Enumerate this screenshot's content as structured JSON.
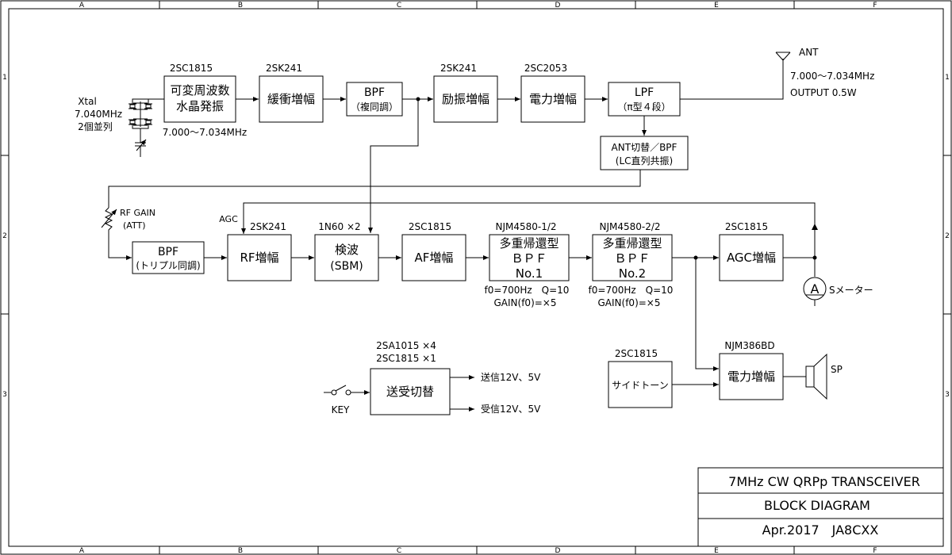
{
  "frame": {
    "col_markers": [
      "A",
      "B",
      "C",
      "D",
      "E",
      "F"
    ],
    "row_markers": [
      "1",
      "2",
      "3"
    ]
  },
  "blocks": {
    "vxo": {
      "part": "2SC1815",
      "line1": "可変周波数",
      "line2": "水晶発振",
      "freq": "7.000～7.034MHz"
    },
    "xtal": {
      "line1": "Xtal",
      "line2": "7.040MHz",
      "line3": "2個並列"
    },
    "buffer": {
      "part": "2SK241",
      "label": "緩衝増幅"
    },
    "bpf1": {
      "line1": "BPF",
      "line2": "（複同調）"
    },
    "driver": {
      "part": "2SK241",
      "label": "励振増幅"
    },
    "pa": {
      "part": "2SC2053",
      "label": "電力増幅"
    },
    "lpf": {
      "line1": "LPF",
      "line2": "（π型４段）"
    },
    "ant": {
      "label": "ANT",
      "freq": "7.000～7.034MHz",
      "output": "OUTPUT 0.5W"
    },
    "antsw": {
      "line1": "ANT切替／BPF",
      "line2": "(LC直列共振)"
    },
    "rfgain": {
      "line1": "RF GAIN",
      "line2": "(ATT)"
    },
    "bpf2": {
      "line1": "BPF",
      "line2": "(トリプル同調)"
    },
    "rfamp": {
      "part": "2SK241",
      "label": "RF増幅",
      "agc": "AGC"
    },
    "det": {
      "part": "1N60 ×2",
      "line1": "検波",
      "line2": "(SBM)"
    },
    "afamp": {
      "part": "2SC1815",
      "label": "AF増幅"
    },
    "mfb1": {
      "part": "NJM4580-1/2",
      "line1": "多重帰還型",
      "line2": "ＢＰＦ",
      "line3": "No.1",
      "spec1": "f0=700Hz　Q=10",
      "spec2": "GAIN(f0)=×5"
    },
    "mfb2": {
      "part": "NJM4580-2/2",
      "line1": "多重帰還型",
      "line2": "ＢＰＦ",
      "line3": "No.2",
      "spec1": "f0=700Hz　Q=10",
      "spec2": "GAIN(f0)=×5"
    },
    "agcamp": {
      "part": "2SC1815",
      "label": "AGC増幅"
    },
    "smeter": {
      "symbol": "A",
      "label": "Sメーター"
    },
    "trsw": {
      "part1": "2SA1015 ×4",
      "part2": "2SC1815 ×1",
      "label": "送受切替",
      "tx": "送信12V、5V",
      "rx": "受信12V、5V",
      "key": "KEY"
    },
    "sidetone": {
      "part": "2SC1815",
      "label": "サイドトーン"
    },
    "afpa": {
      "part": "NJM386BD",
      "label": "電力増幅",
      "sp": "SP"
    }
  },
  "title_block": {
    "line1": "7MHz CW QRPp TRANSCEIVER",
    "line2": "BLOCK DIAGRAM",
    "line3": "Apr.2017　JA8CXX"
  }
}
